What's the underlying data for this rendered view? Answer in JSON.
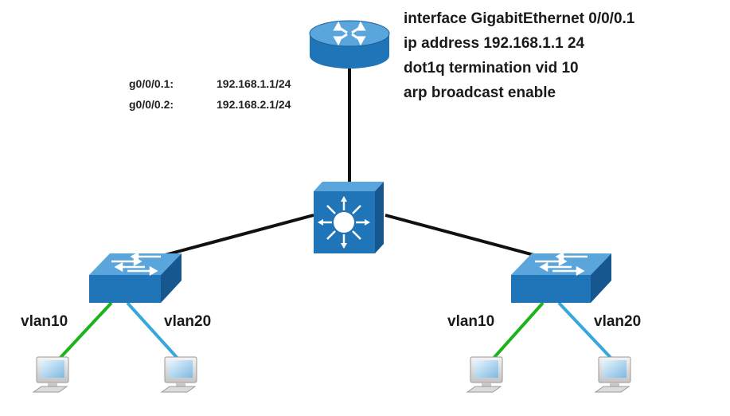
{
  "config": {
    "lines": [
      "interface GigabitEthernet 0/0/0.1",
      "ip address 192.168.1.1 24",
      "dot1q termination vid 10",
      "arp broadcast enable"
    ]
  },
  "subinterfaces": [
    {
      "name": "g0/0/0.1:",
      "address": "192.168.1.1/24"
    },
    {
      "name": "g0/0/0.2:",
      "address": "192.168.2.1/24"
    }
  ],
  "vlans": {
    "left_a": "vlan10",
    "left_b": "vlan20",
    "right_a": "vlan10",
    "right_b": "vlan20"
  },
  "colors": {
    "device_blue": "#1f75b8",
    "device_top": "#5aa6dc",
    "trunk_line": "#111111",
    "vlan10_link": "#1db31d",
    "vlan20_link": "#36a8dc"
  },
  "nodes": [
    "router-icon",
    "core-switch-icon",
    "access-switch-icon",
    "pc-icon"
  ]
}
